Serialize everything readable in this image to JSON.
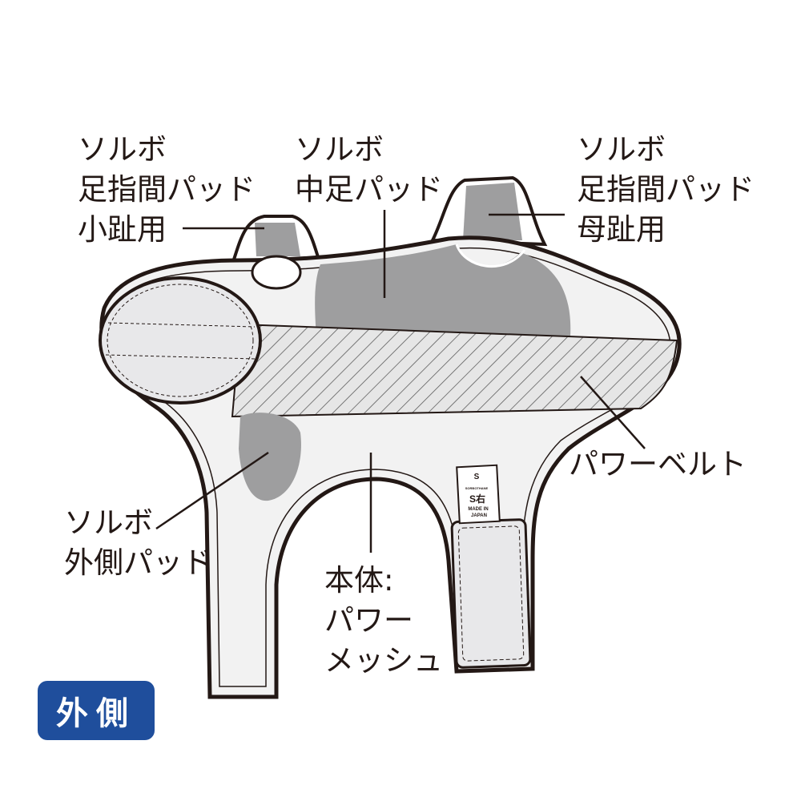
{
  "labels": {
    "pinky_pad": [
      "ソルボ",
      "足指間パッド",
      "小趾用"
    ],
    "mid_pad": [
      "ソルボ",
      "中足パッド"
    ],
    "big_toe_pad": [
      "ソルボ",
      "足指間パッド",
      "母趾用"
    ],
    "power_belt": "パワーベルト",
    "outer_pad": [
      "ソルボ",
      "外側パッド"
    ],
    "body": [
      "本体:",
      "パワー",
      "メッシュ"
    ]
  },
  "tag": {
    "brand": "SORBOTHANE",
    "size": "S右",
    "origin_1": "MADE IN",
    "origin_2": "JAPAN"
  },
  "badge": "外側",
  "colors": {
    "pad": "#9e9e9f",
    "outline": "#231815",
    "badge": "#1f4e9c",
    "body": "#f2f2f2"
  }
}
